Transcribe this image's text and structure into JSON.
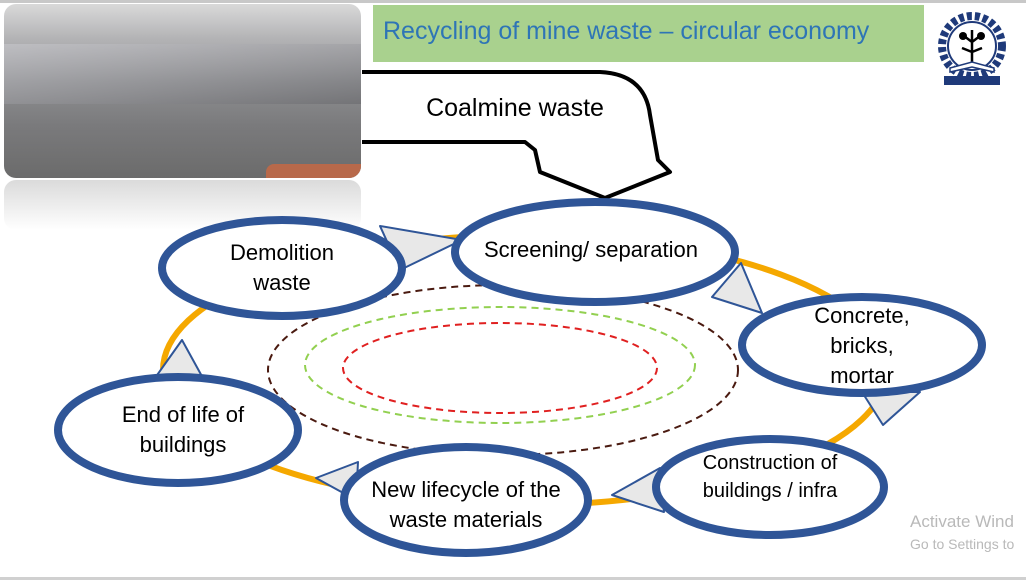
{
  "slide": {
    "title": "Recycling of mine waste – circular economy",
    "source_label": "Coalmine waste",
    "nodes": [
      {
        "id": "screening",
        "label": "Screening/ separation"
      },
      {
        "id": "concrete",
        "label": "Concrete, bricks,\nmortar"
      },
      {
        "id": "construction",
        "label": "Construction of\nbuildings / infra"
      },
      {
        "id": "new-lifecycle",
        "label": "New lifecycle of the\nwaste materials"
      },
      {
        "id": "end-of-life",
        "label": "End of life of\nbuildings"
      },
      {
        "id": "demolition",
        "label": "Demolition\nwaste"
      }
    ],
    "cycle_order": [
      "screening",
      "concrete",
      "construction",
      "new-lifecycle",
      "end-of-life",
      "demolition"
    ]
  },
  "colors": {
    "title_bg": "#a9d18e",
    "title_text": "#2e75b6",
    "node_border": "#2f5597",
    "cycle_ring": "#f5a800",
    "ring_outer": "#4a1a10",
    "ring_middle": "#92d050",
    "ring_inner": "#e02020"
  },
  "icons": {
    "logo": "institute-logo-gear-tree"
  },
  "watermark": {
    "line1": "Activate Wind",
    "line2": "Go to Settings to"
  }
}
